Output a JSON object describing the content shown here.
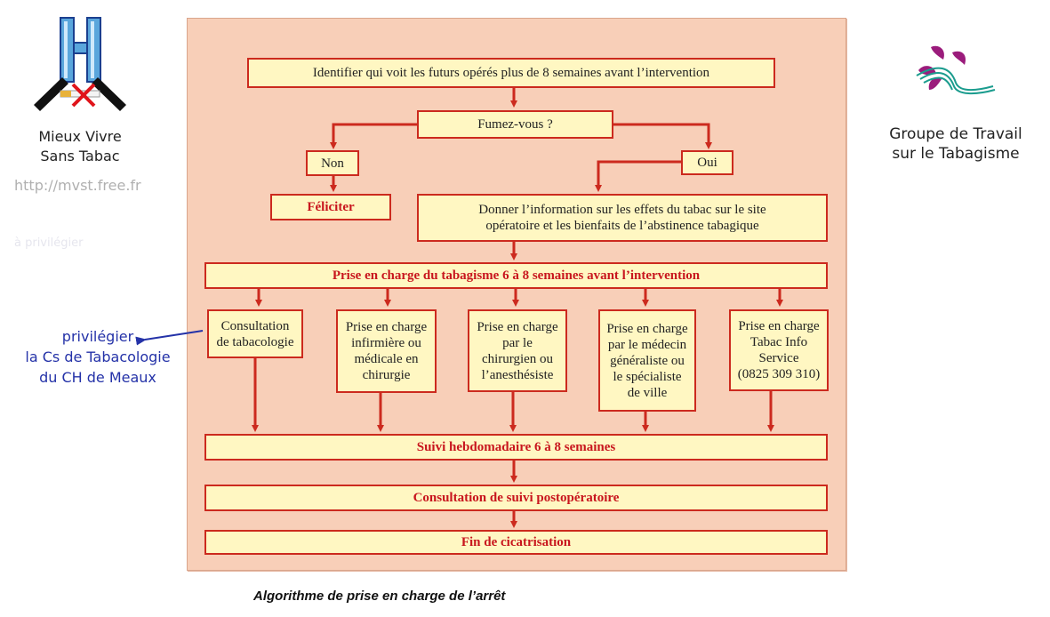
{
  "left_logo": {
    "name_line1": "Mieux Vivre",
    "name_line2": "Sans Tabac",
    "url": "http://mvst.free.fr",
    "faded_text": "à privilégier"
  },
  "right_logo": {
    "line1": "Groupe de Travail",
    "line2": "sur le Tabagisme"
  },
  "annotation": {
    "line1": "privilégier",
    "line2": "la Cs de Tabacologie",
    "line3": "du CH de Meaux"
  },
  "flowchart": {
    "identify": "Identifier qui voit les futurs opérés plus de 8 semaines avant l’intervention",
    "question": "Fumez-vous ?",
    "no": "Non",
    "yes": "Oui",
    "congratulate": "Féliciter",
    "inform_line1": "Donner l’information sur les effets du tabac sur le site",
    "inform_line2": "opératoire et les bienfaits de l’abstinence tabagique",
    "care": "Prise en charge du tabagisme 6 à 8 semaines avant l’intervention",
    "options": [
      {
        "lines": [
          "Consultation",
          "de tabacologie"
        ]
      },
      {
        "lines": [
          "Prise en charge",
          "infirmière ou",
          "médicale en",
          "chirurgie"
        ]
      },
      {
        "lines": [
          "Prise en charge",
          "par le",
          "chirurgien ou",
          "l’anesthésiste"
        ]
      },
      {
        "lines": [
          "Prise en charge",
          "par le médecin",
          "généraliste ou",
          "le spécialiste",
          "de ville"
        ]
      },
      {
        "lines": [
          "Prise en charge",
          "Tabac Info",
          "Service",
          "(0825 309 310)"
        ]
      }
    ],
    "weekly": "Suivi hebdomadaire 6 à 8 semaines",
    "postop": "Consultation de suivi postopératoire",
    "healing": "Fin de cicatrisation"
  },
  "caption": "Algorithme de prise en charge de l’arrêt",
  "colors": {
    "panel": "#f8cfb8",
    "box_fill": "#fff7c2",
    "arrow_red": "#cc2a1e",
    "annotation_blue": "#2432a8"
  }
}
